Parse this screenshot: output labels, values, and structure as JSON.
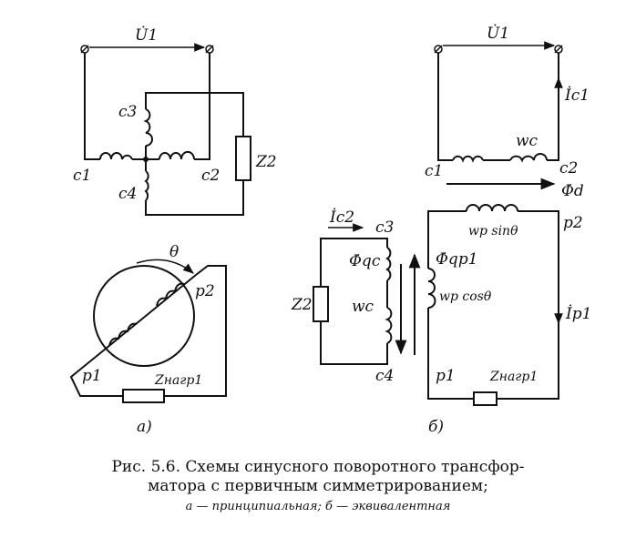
{
  "diagram_a": {
    "u1": "U̇1",
    "c1": "c1",
    "c2": "c2",
    "c3": "c3",
    "c4": "c4",
    "z2": "Z2",
    "theta": "θ",
    "p1": "p1",
    "p2": "p2",
    "zload": "Zнагр1",
    "sublabel": "а)"
  },
  "diagram_b": {
    "u1": "U̇1",
    "ic1": "İc1",
    "c1": "c1",
    "c2": "c2",
    "wc_top": "wc",
    "phid": "Φ̇d",
    "ic2": "İc2",
    "c3": "c3",
    "c4": "c4",
    "phiqc": "Φ̇qc",
    "wc_mid": "wc",
    "z2": "Z2",
    "wp_sin": "wp sinθ",
    "p2": "p2",
    "phiqp1": "Φ̇qp1",
    "wp_cos": "wp cosθ",
    "ip1": "İp1",
    "p1": "p1",
    "zload": "Zнагр1",
    "sublabel": "б)"
  },
  "caption": {
    "line1": "Рис. 5.6. Схемы синусного поворотного трансфор-",
    "line2": "матора с первичным симметрированием;",
    "legend": "а — принципиальная; б — эквивалентная"
  }
}
